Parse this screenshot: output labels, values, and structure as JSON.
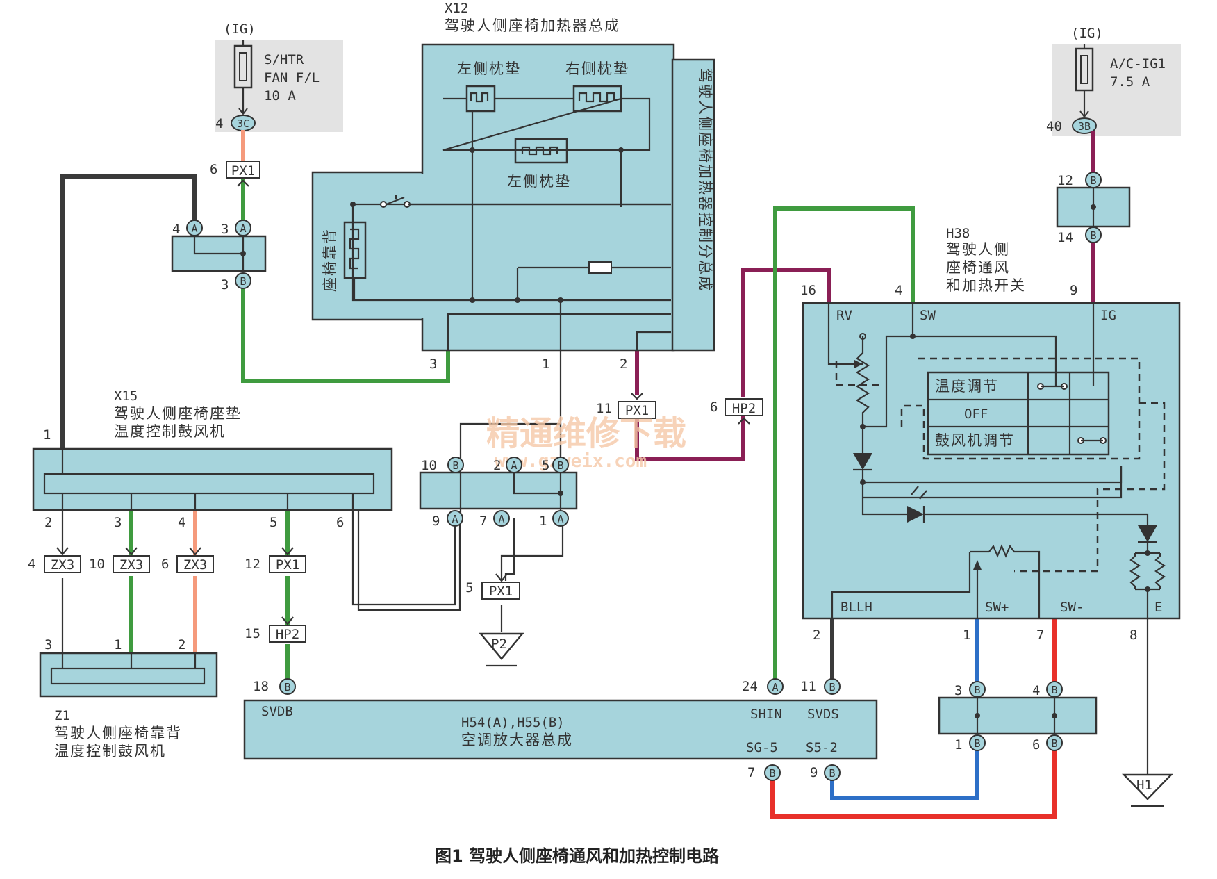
{
  "caption": "图1   驾驶人侧座椅通风和加热控制电路",
  "watermark": {
    "cn": "精通维修下载",
    "url": "www.gzweix.com"
  },
  "fuse_left": {
    "ig": "(IG)",
    "l1": "S/HTR",
    "l2": "FAN F/L",
    "l3": "10 A",
    "pin": "4",
    "conn": "3C"
  },
  "fuse_right": {
    "ig": "(IG)",
    "l1": "A/C-IG1",
    "l2": "7.5 A",
    "pin": "40",
    "conn": "3B"
  },
  "x12": {
    "id": "X12",
    "name": "驾驶人侧座椅加热器总成",
    "pad_l": "左侧枕垫",
    "pad_r": "右侧枕垫",
    "pad_c": "左侧枕垫",
    "back": "座椅靠背",
    "ctrl": "驾驶人侧座椅加热器控制分总成",
    "p3": "3",
    "p1": "1",
    "p2": "2"
  },
  "x15": {
    "id": "X15",
    "name1": "驾驶人侧座椅座垫",
    "name2": "温度控制鼓风机",
    "p1": "1",
    "p2": "2",
    "p3": "3",
    "p4": "4",
    "p5": "5",
    "p6": "6"
  },
  "z1": {
    "id": "Z1",
    "name1": "驾驶人侧座椅靠背",
    "name2": "温度控制鼓风机",
    "p3": "3",
    "p1": "1",
    "p2": "2"
  },
  "h38": {
    "id": "H38",
    "name1": "驾驶人侧",
    "name2": "座椅通风",
    "name3": "和加热开关",
    "rv": "RV",
    "sw": "SW",
    "ig": "IG",
    "bllh": "BLLH",
    "swp": "SW+",
    "swm": "SW-",
    "e": "E",
    "temp": "温度调节",
    "off": "OFF",
    "fan": "鼓风机调节",
    "p16": "16",
    "p4": "4",
    "p9": "9",
    "p2": "2",
    "p1": "1",
    "p7": "7",
    "p8": "8"
  },
  "amp": {
    "name1": "H54(A),H55(B)",
    "name2": "空调放大器总成",
    "svdb": "SVDB",
    "shin": "SHIN",
    "svds": "SVDS",
    "sg5": "SG-5",
    "s52": "S5-2",
    "p18": "18",
    "p24": "24",
    "p11": "11",
    "p7": "7",
    "p9": "9"
  },
  "connectors": {
    "px1_top": {
      "pin": "6",
      "name": "PX1"
    },
    "j_a": {
      "p4": "4",
      "p3": "3",
      "p3b": "3"
    },
    "px1_mid": {
      "pin": "11",
      "name": "PX1"
    },
    "hp2_mid": {
      "pin": "6",
      "name": "HP2"
    },
    "j_b": {
      "p10": "10",
      "p2": "2",
      "p5": "5",
      "p9": "9",
      "p7": "7",
      "p1": "1"
    },
    "px1_low": {
      "pin": "5",
      "name": "PX1"
    },
    "zx3a": {
      "pin": "4",
      "name": "ZX3"
    },
    "zx3b": {
      "pin": "10",
      "name": "ZX3"
    },
    "zx3c": {
      "pin": "6",
      "name": "ZX3"
    },
    "px1_12": {
      "pin": "12",
      "name": "PX1"
    },
    "hp2_15": {
      "pin": "15",
      "name": "HP2"
    },
    "j_r": {
      "p12": "12",
      "p14": "14"
    },
    "j_br": {
      "p3": "3",
      "p4": "4",
      "p1": "1",
      "p6": "6"
    }
  },
  "grounds": {
    "p2": "P2",
    "h1": "H1"
  },
  "letters": {
    "a": "A",
    "b": "B",
    "c": "C"
  },
  "colors": {
    "green": "#3f9b3f",
    "purple": "#8a1f55",
    "salmon": "#f59a7c",
    "red": "#e8302a",
    "blue": "#2d6fc7",
    "black": "#3a3a3a",
    "box": "#a6d4dc"
  }
}
